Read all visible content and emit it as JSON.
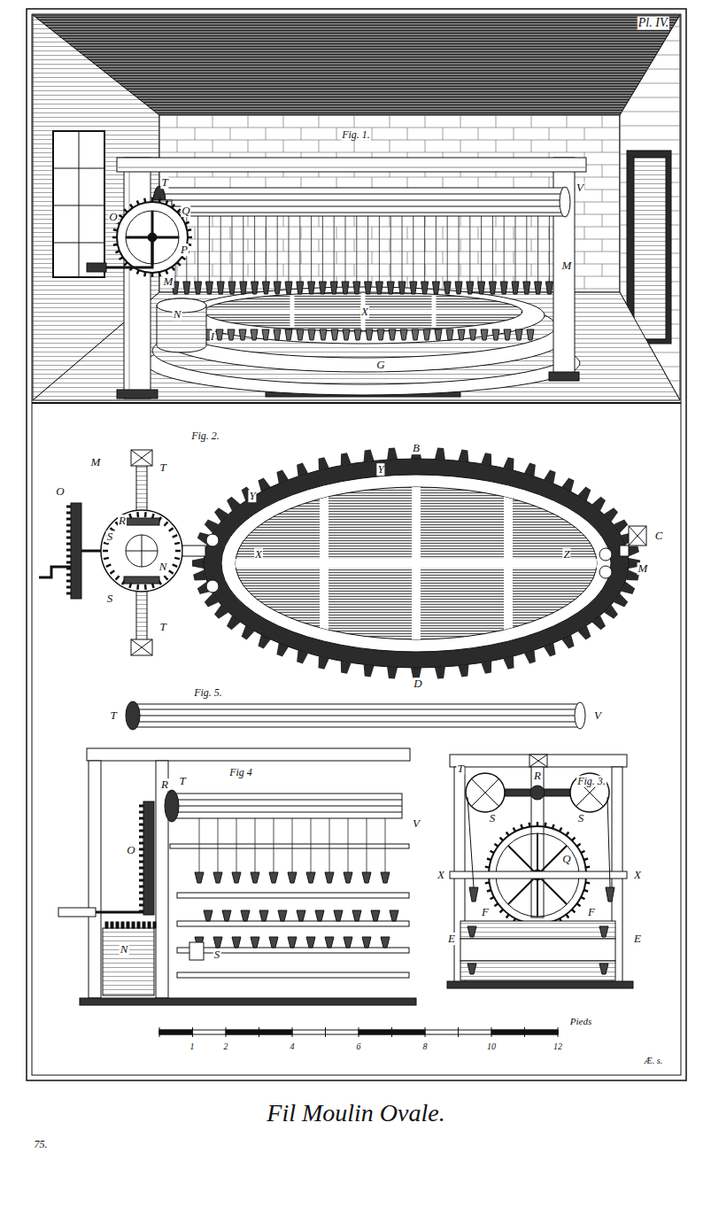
{
  "diagram": {
    "caption": "Fil Moulin Ovale.",
    "labels": [
      "Pl. IV.",
      "Fig. 1.",
      "O",
      "T",
      "Q",
      "P",
      "M",
      "N",
      "I",
      "X",
      "V",
      "M",
      "G",
      "Fig. 2.",
      "B",
      "Y",
      "Y",
      "M",
      "T",
      "O",
      "R",
      "S",
      "N",
      "S",
      "T",
      "X",
      "Z",
      "C",
      "M",
      "D",
      "Fig. 5.",
      "T",
      "V",
      "Fig 4",
      "R",
      "T",
      "V",
      "O",
      "N",
      "S",
      "Fig. 3.",
      "T",
      "S",
      "R",
      "S",
      "Q",
      "X",
      "X",
      "F",
      "F",
      "E",
      "E",
      "1",
      "2",
      "4",
      "6",
      "8",
      "10",
      "12",
      "Pieds",
      "Æ. s.",
      "75."
    ]
  }
}
